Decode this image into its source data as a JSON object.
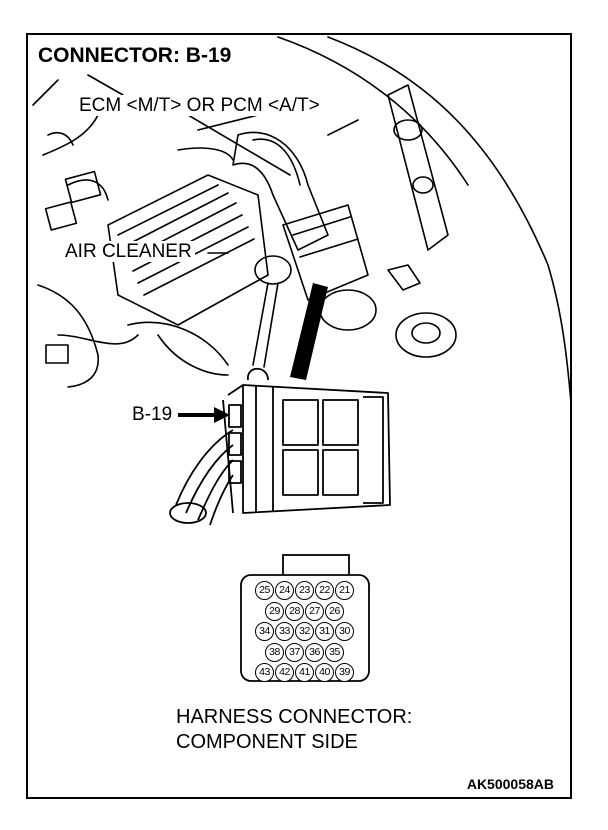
{
  "title": "CONNECTOR: B-19",
  "labels": {
    "ecm": "ECM <M/T> OR PCM <A/T>",
    "air_cleaner": "AIR CLEANER",
    "connector_callout": "B-19"
  },
  "connector_face": {
    "rows": [
      [
        "25",
        "24",
        "23",
        "22",
        "21"
      ],
      [
        "29",
        "28",
        "27",
        "26"
      ],
      [
        "34",
        "33",
        "32",
        "31",
        "30"
      ],
      [
        "38",
        "37",
        "36",
        "35"
      ],
      [
        "43",
        "42",
        "41",
        "40",
        "39"
      ]
    ]
  },
  "caption": {
    "line1": "HARNESS CONNECTOR:",
    "line2": "COMPONENT SIDE"
  },
  "figure_code": "AK500058AB"
}
